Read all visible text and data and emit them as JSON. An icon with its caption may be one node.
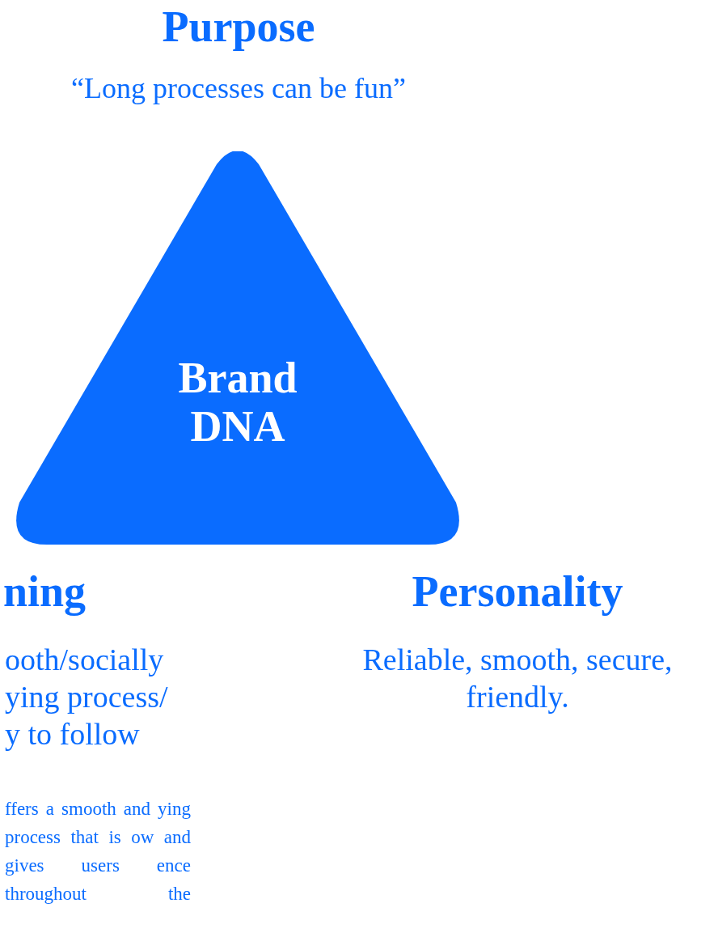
{
  "diagram": {
    "nodes": [
      {
        "text": [
          "Brand DNA"
        ]
      }
    ],
    "labels": [
      "Purpose",
      "“Long processes can be fun”",
      "ning",
      "Personality",
      "ooth/socially ying process/ y to follow",
      "Reliable, smooth, secure, friendly.",
      "ffers a smooth and ying process that is ow and gives users ence throughout the"
    ]
  }
}
